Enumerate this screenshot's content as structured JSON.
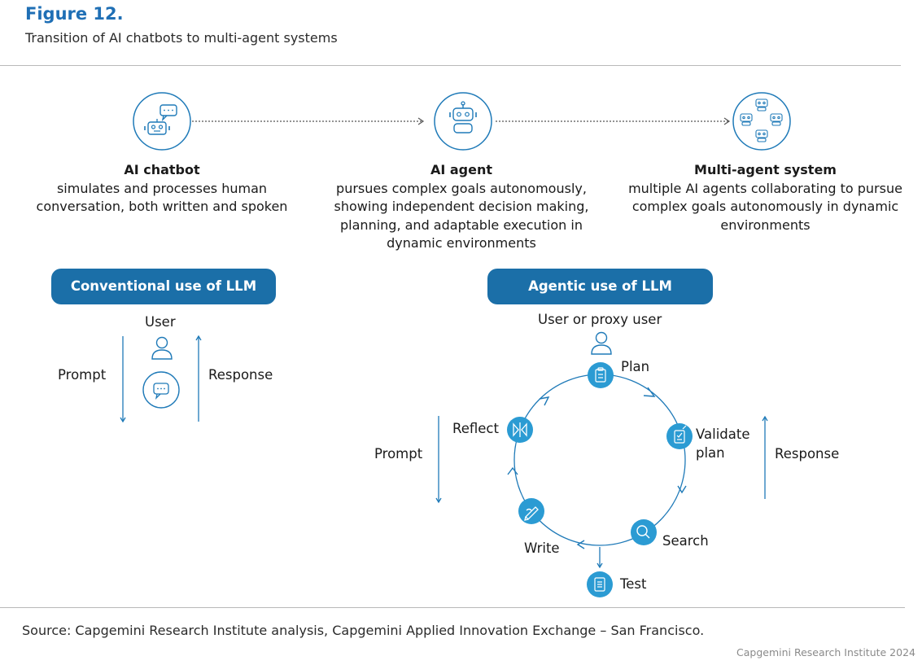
{
  "figure": {
    "title": "Figure 12.",
    "subtitle": "Transition of AI chatbots to multi-agent systems"
  },
  "stages": [
    {
      "title": "AI chatbot",
      "desc": "simulates and processes human conversation, both written and spoken",
      "icon": "robot-chat-icon"
    },
    {
      "title": "AI agent",
      "desc": "pursues complex goals autonomously, showing independent decision making, planning, and adaptable execution in dynamic environments",
      "icon": "robot-icon"
    },
    {
      "title": "Multi-agent system",
      "desc": "multiple AI agents collaborating to pursue complex goals autonomously in dynamic environments",
      "icon": "multi-robot-icon"
    }
  ],
  "conventional": {
    "header": "Conventional use of LLM",
    "user": "User",
    "prompt": "Prompt",
    "response": "Response"
  },
  "agentic": {
    "header": "Agentic use of LLM",
    "user": "User or proxy user",
    "prompt": "Prompt",
    "response": "Response",
    "cycle": [
      {
        "label": "Plan",
        "icon": "clipboard-icon"
      },
      {
        "label": "Validate plan",
        "icon": "checklist-icon"
      },
      {
        "label": "Search",
        "icon": "magnifier-icon"
      },
      {
        "label": "Test",
        "icon": "document-icon"
      },
      {
        "label": "Write",
        "icon": "pen-icon"
      },
      {
        "label": "Reflect",
        "icon": "reflect-icon"
      }
    ]
  },
  "colors": {
    "accent": "#1B6FA8",
    "title": "#1F6FB5",
    "icon_fill": "#2B9BD3",
    "outline": "#1F7AB8"
  },
  "footer": {
    "source": "Source: Capgemini Research Institute analysis, Capgemini Applied Innovation Exchange – San Francisco.",
    "credit": "Capgemini Research Institute 2024"
  }
}
